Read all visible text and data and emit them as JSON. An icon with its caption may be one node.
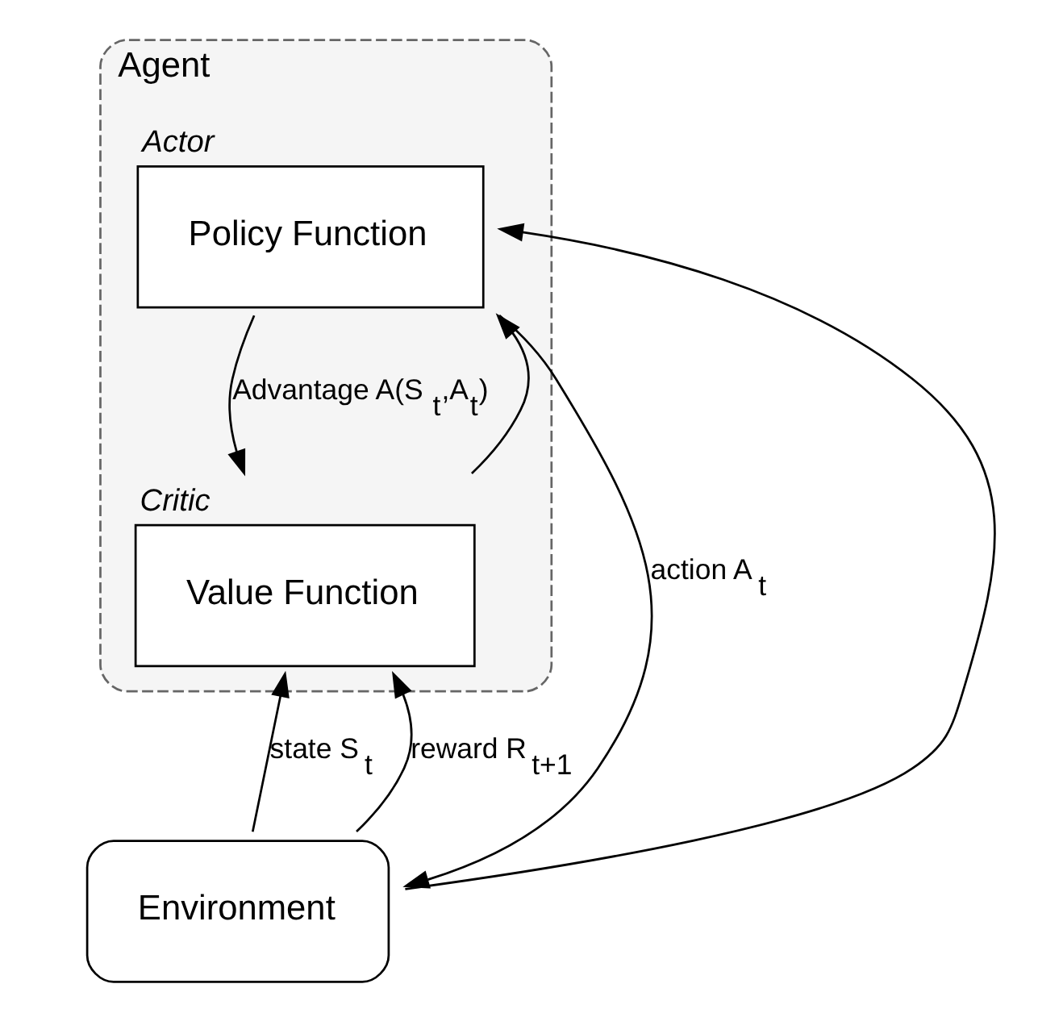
{
  "diagram": {
    "nodes": [
      {
        "text": [
          "Agent"
        ]
      },
      {
        "text": [
          "Policy Function"
        ],
        "in": 0,
        "beside": [
          "Actor"
        ]
      },
      {
        "text": [
          "Value Function"
        ],
        "in": 0,
        "beside": [
          "Critic"
        ]
      },
      {
        "text": [
          "Environment"
        ]
      }
    ],
    "edges": [
      {
        "from": 3,
        "to": 1,
        "arrow": "to"
      },
      {
        "from": 3,
        "to": 2,
        "arrow": "to",
        "label": "state S$_{t}$"
      },
      {
        "from": 1,
        "to": 3,
        "arrow": "to",
        "label": "action A$_{t}$"
      },
      {
        "from": 3,
        "to": 2,
        "arrow": "to",
        "label": "reward R$_{t+1}$"
      },
      {
        "from": 2,
        "to": 1,
        "arrow": "to"
      },
      {
        "from": 1,
        "to": 2,
        "arrow": "to",
        "label": "Advantage A(S$_{t}$,A$_{t}$)"
      }
    ]
  }
}
